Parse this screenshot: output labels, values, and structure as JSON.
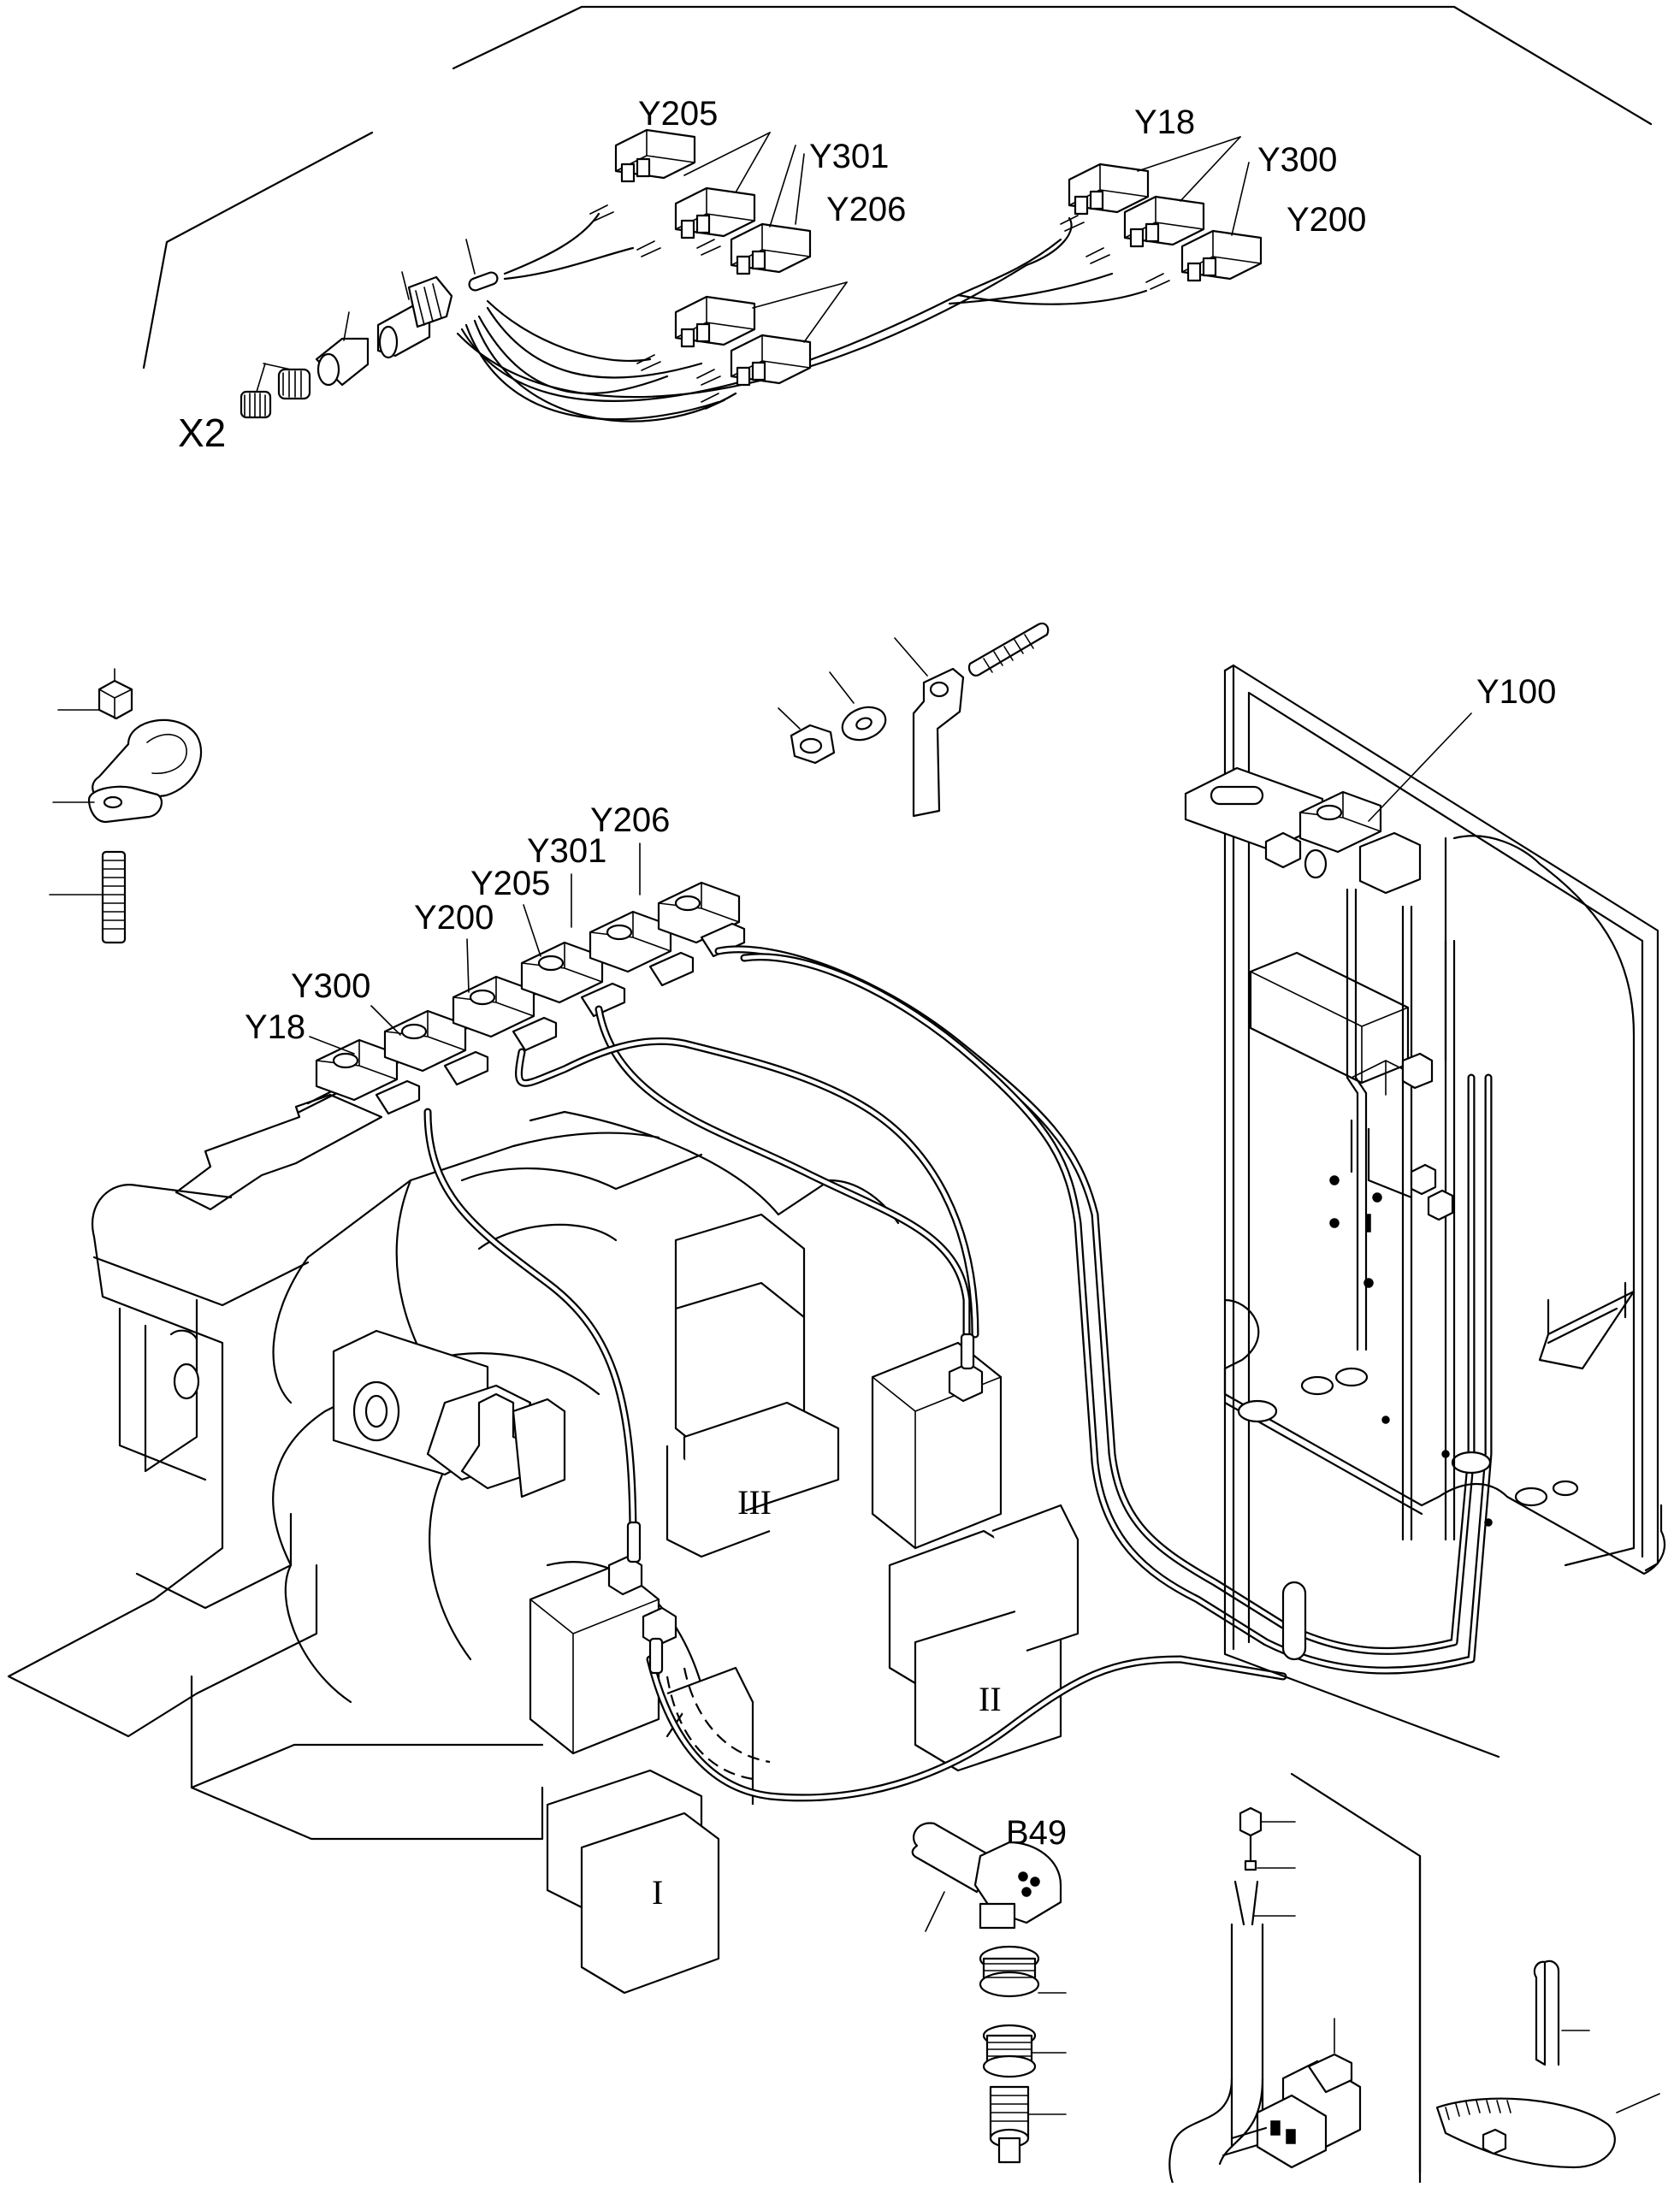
{
  "diagram": {
    "labels": {
      "x2": "X2",
      "harness_y205": "Y205",
      "harness_y301": "Y301",
      "harness_y206": "Y206",
      "harness_y18": "Y18",
      "harness_y300": "Y300",
      "harness_y200": "Y200",
      "valve_y206": "Y206",
      "valve_y301": "Y301",
      "valve_y205": "Y205",
      "valve_y200": "Y200",
      "valve_y300": "Y300",
      "valve_y18": "Y18",
      "y100": "Y100",
      "b49": "B49",
      "clutch_i": "I",
      "clutch_ii": "II",
      "clutch_iii": "III"
    },
    "colors": {
      "line": "#000000",
      "background": "#ffffff"
    }
  }
}
